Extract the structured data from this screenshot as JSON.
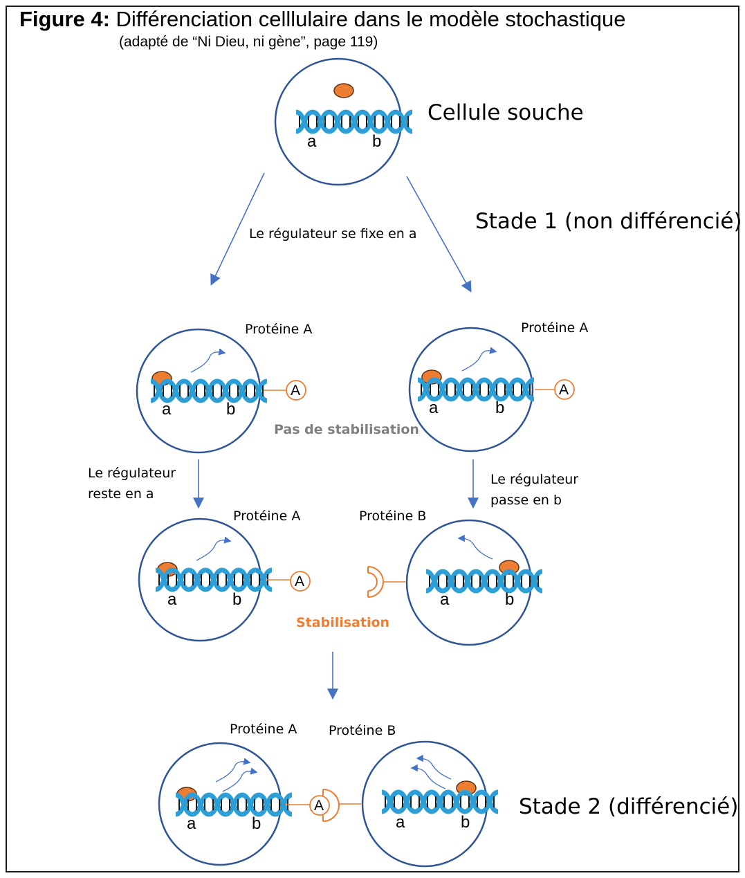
{
  "figure": {
    "title_bold": "Figure 4:",
    "title_rest": " Différenciation celllulaire dans le modèle stochastique",
    "subtitle": "(adapté de “Ni Dieu, ni gène”, page 119)"
  },
  "labels": {
    "stem_cell": "Cellule souche",
    "stage1": "Stade 1 (non différencié)",
    "stage2": "Stade 2 (différencié)",
    "regulator_fixes_a": "Le régulateur se fixe en  a",
    "protein_a": "Protéine A",
    "protein_b": "Protéine B",
    "no_stabilisation": "Pas de stabilisation",
    "stabilisation": "Stabilisation",
    "stays_line1": "Le régulateur",
    "stays_line2": "reste en a",
    "moves_line1": "Le régulateur",
    "moves_line2": "passe en b",
    "gene_a": "a",
    "gene_b": "b",
    "protein_a_symbol": "A"
  },
  "colors": {
    "cell_outline": "#2f5597",
    "dna": "#2e9fd6",
    "regulator": "#ed7d31",
    "arrow": "#4472c4",
    "protein": "#ed7d31"
  }
}
